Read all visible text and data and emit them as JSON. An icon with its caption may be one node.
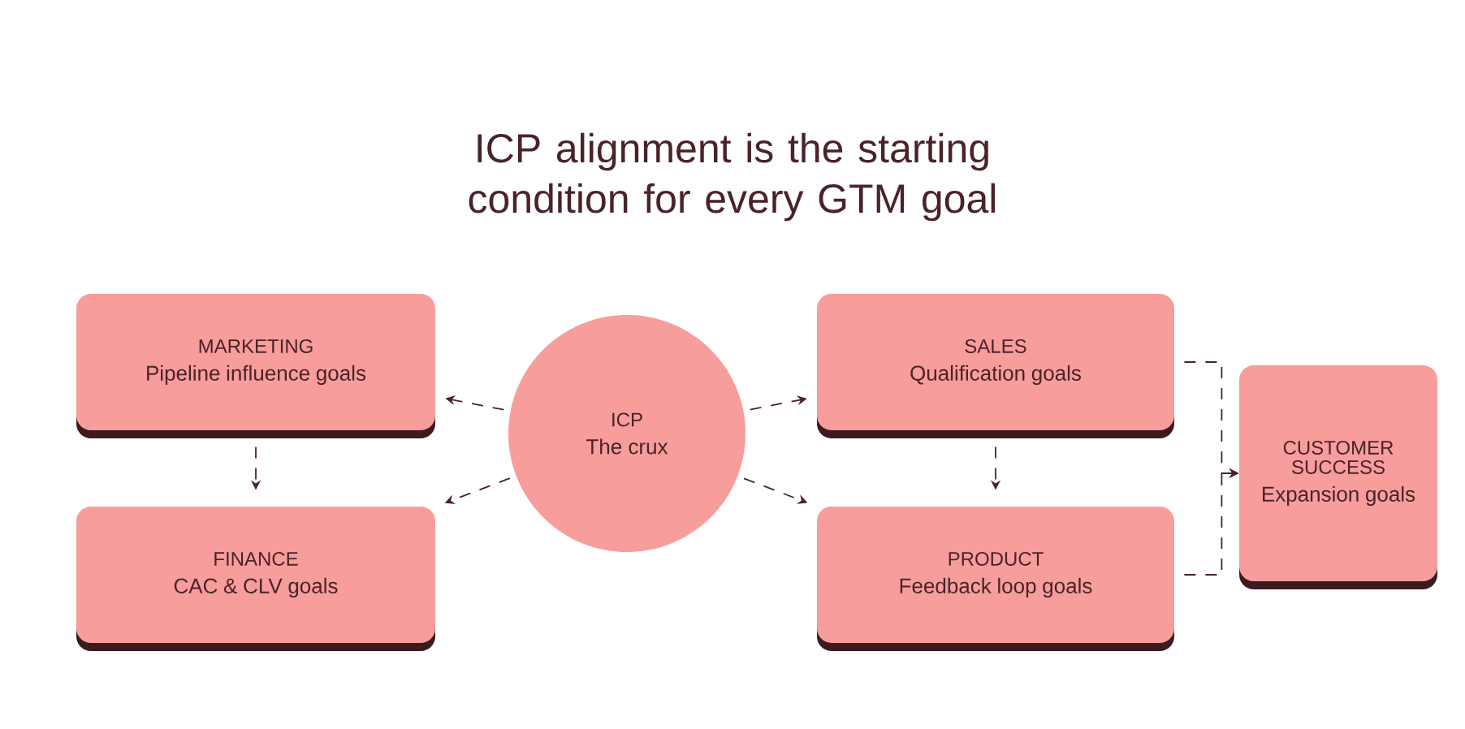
{
  "diagram": {
    "title": "ICP alignment is the starting condition for every GTM goal",
    "nodes": [
      {
        "text": [
          "MARKETING",
          "Pipeline influence goals"
        ]
      },
      {
        "text": [
          "FINANCE",
          "CAC & CLV goals"
        ]
      },
      {
        "text": [
          "ICP",
          "The crux"
        ]
      },
      {
        "text": [
          "SALES",
          "Qualification goals"
        ]
      },
      {
        "text": [
          "PRODUCT",
          "Feedback loop goals"
        ]
      },
      {
        "text": [
          "CUSTOMER SUCCESS",
          "Expansion goals"
        ]
      }
    ],
    "edges": [
      {
        "from": 2,
        "to": 0,
        "arrow": "to",
        "style": "dashed"
      },
      {
        "from": 2,
        "to": 1,
        "arrow": "to",
        "style": "dashed"
      },
      {
        "from": 2,
        "to": 3,
        "arrow": "to",
        "style": "dashed"
      },
      {
        "from": 2,
        "to": 4,
        "arrow": "to",
        "style": "dashed"
      },
      {
        "from": 0,
        "to": 1,
        "arrow": "to",
        "style": "dashed"
      },
      {
        "from": 3,
        "to": 4,
        "arrow": "to",
        "style": "dashed"
      },
      {
        "from": 3,
        "to": 5,
        "arrow": "to",
        "style": "dashed"
      },
      {
        "from": 4,
        "to": 5,
        "arrow": "to",
        "style": "dashed"
      }
    ]
  }
}
